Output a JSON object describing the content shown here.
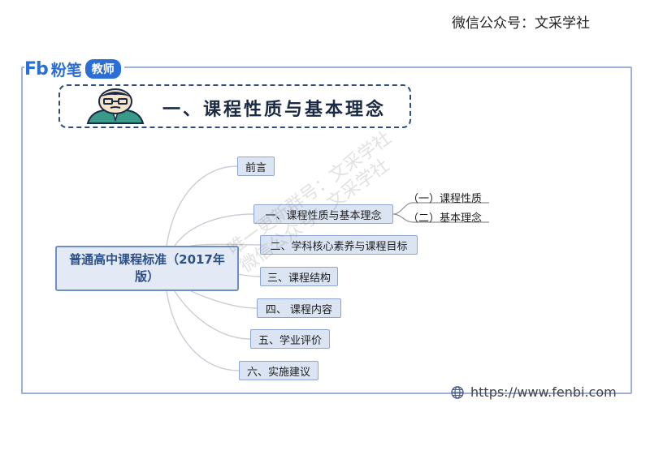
{
  "header": {
    "caption": "微信公众号：文采学社"
  },
  "logo": {
    "mark": "Fb",
    "name": "粉笔",
    "badge": "教师"
  },
  "banner": {
    "title": "一、课程性质与基本理念"
  },
  "mindmap": {
    "root": "普通高中课程标准（2017年版）",
    "branches": [
      {
        "label": "前言"
      },
      {
        "label": "一、课程性质与基本理念",
        "children": [
          "（一）课程性质",
          "（二）基本理念"
        ]
      },
      {
        "label": "二、学科核心素养与课程目标"
      },
      {
        "label": "三、课程结构"
      },
      {
        "label": "四、 课程内容"
      },
      {
        "label": "五、学业评价"
      },
      {
        "label": "六、实施建议"
      }
    ]
  },
  "watermark": {
    "line1": "唯一更新群号：文采学社",
    "line2": "微信公众号：文采学社"
  },
  "footer": {
    "url": "https://www.fenbi.com",
    "icon": "globe-icon"
  },
  "colors": {
    "node_fill": "#dbe4f3",
    "node_border": "#8ea6cf",
    "root_text": "#2c4f86",
    "frame": "#9fb1d8",
    "brand": "#2a6fd6"
  }
}
